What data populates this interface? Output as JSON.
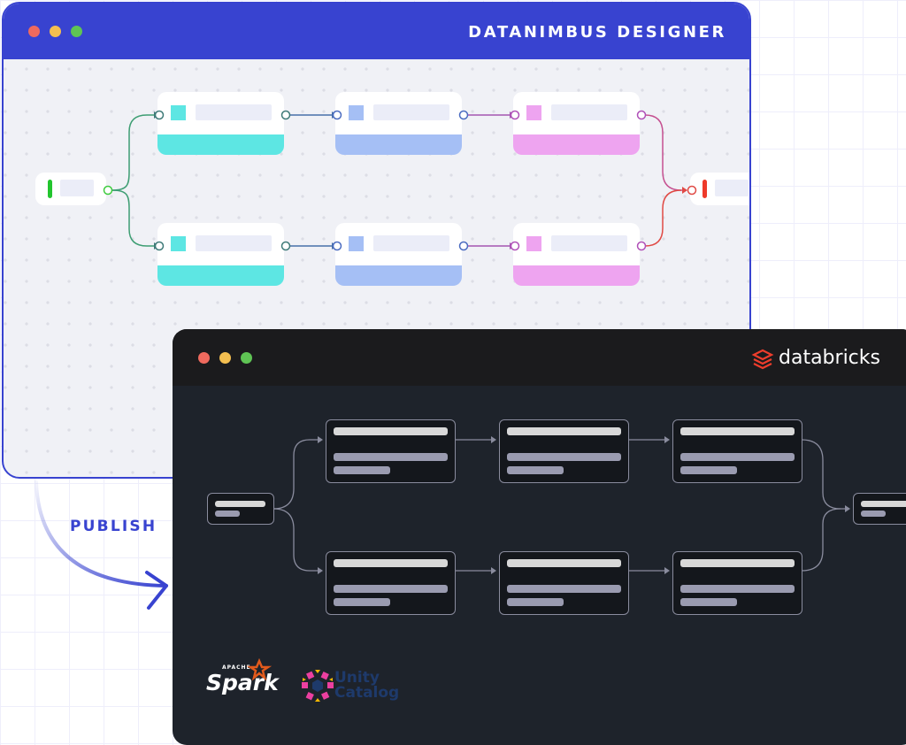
{
  "designer": {
    "title": "DATANIMBUS DESIGNER",
    "colors": {
      "header": "#3843D0",
      "cyan": "#5DE6E3",
      "blue": "#A5BFF5",
      "pink": "#EEA4F0",
      "start": "#22C52E",
      "end": "#EE3A2A"
    }
  },
  "publish_label": "PUBLISH",
  "databricks": {
    "brand": "databricks"
  },
  "logos": {
    "spark_prefix": "APACHE",
    "spark": "Spark",
    "unity": "Unity Catalog",
    "unity_line1": "Unity",
    "unity_line2": "Catalog"
  }
}
